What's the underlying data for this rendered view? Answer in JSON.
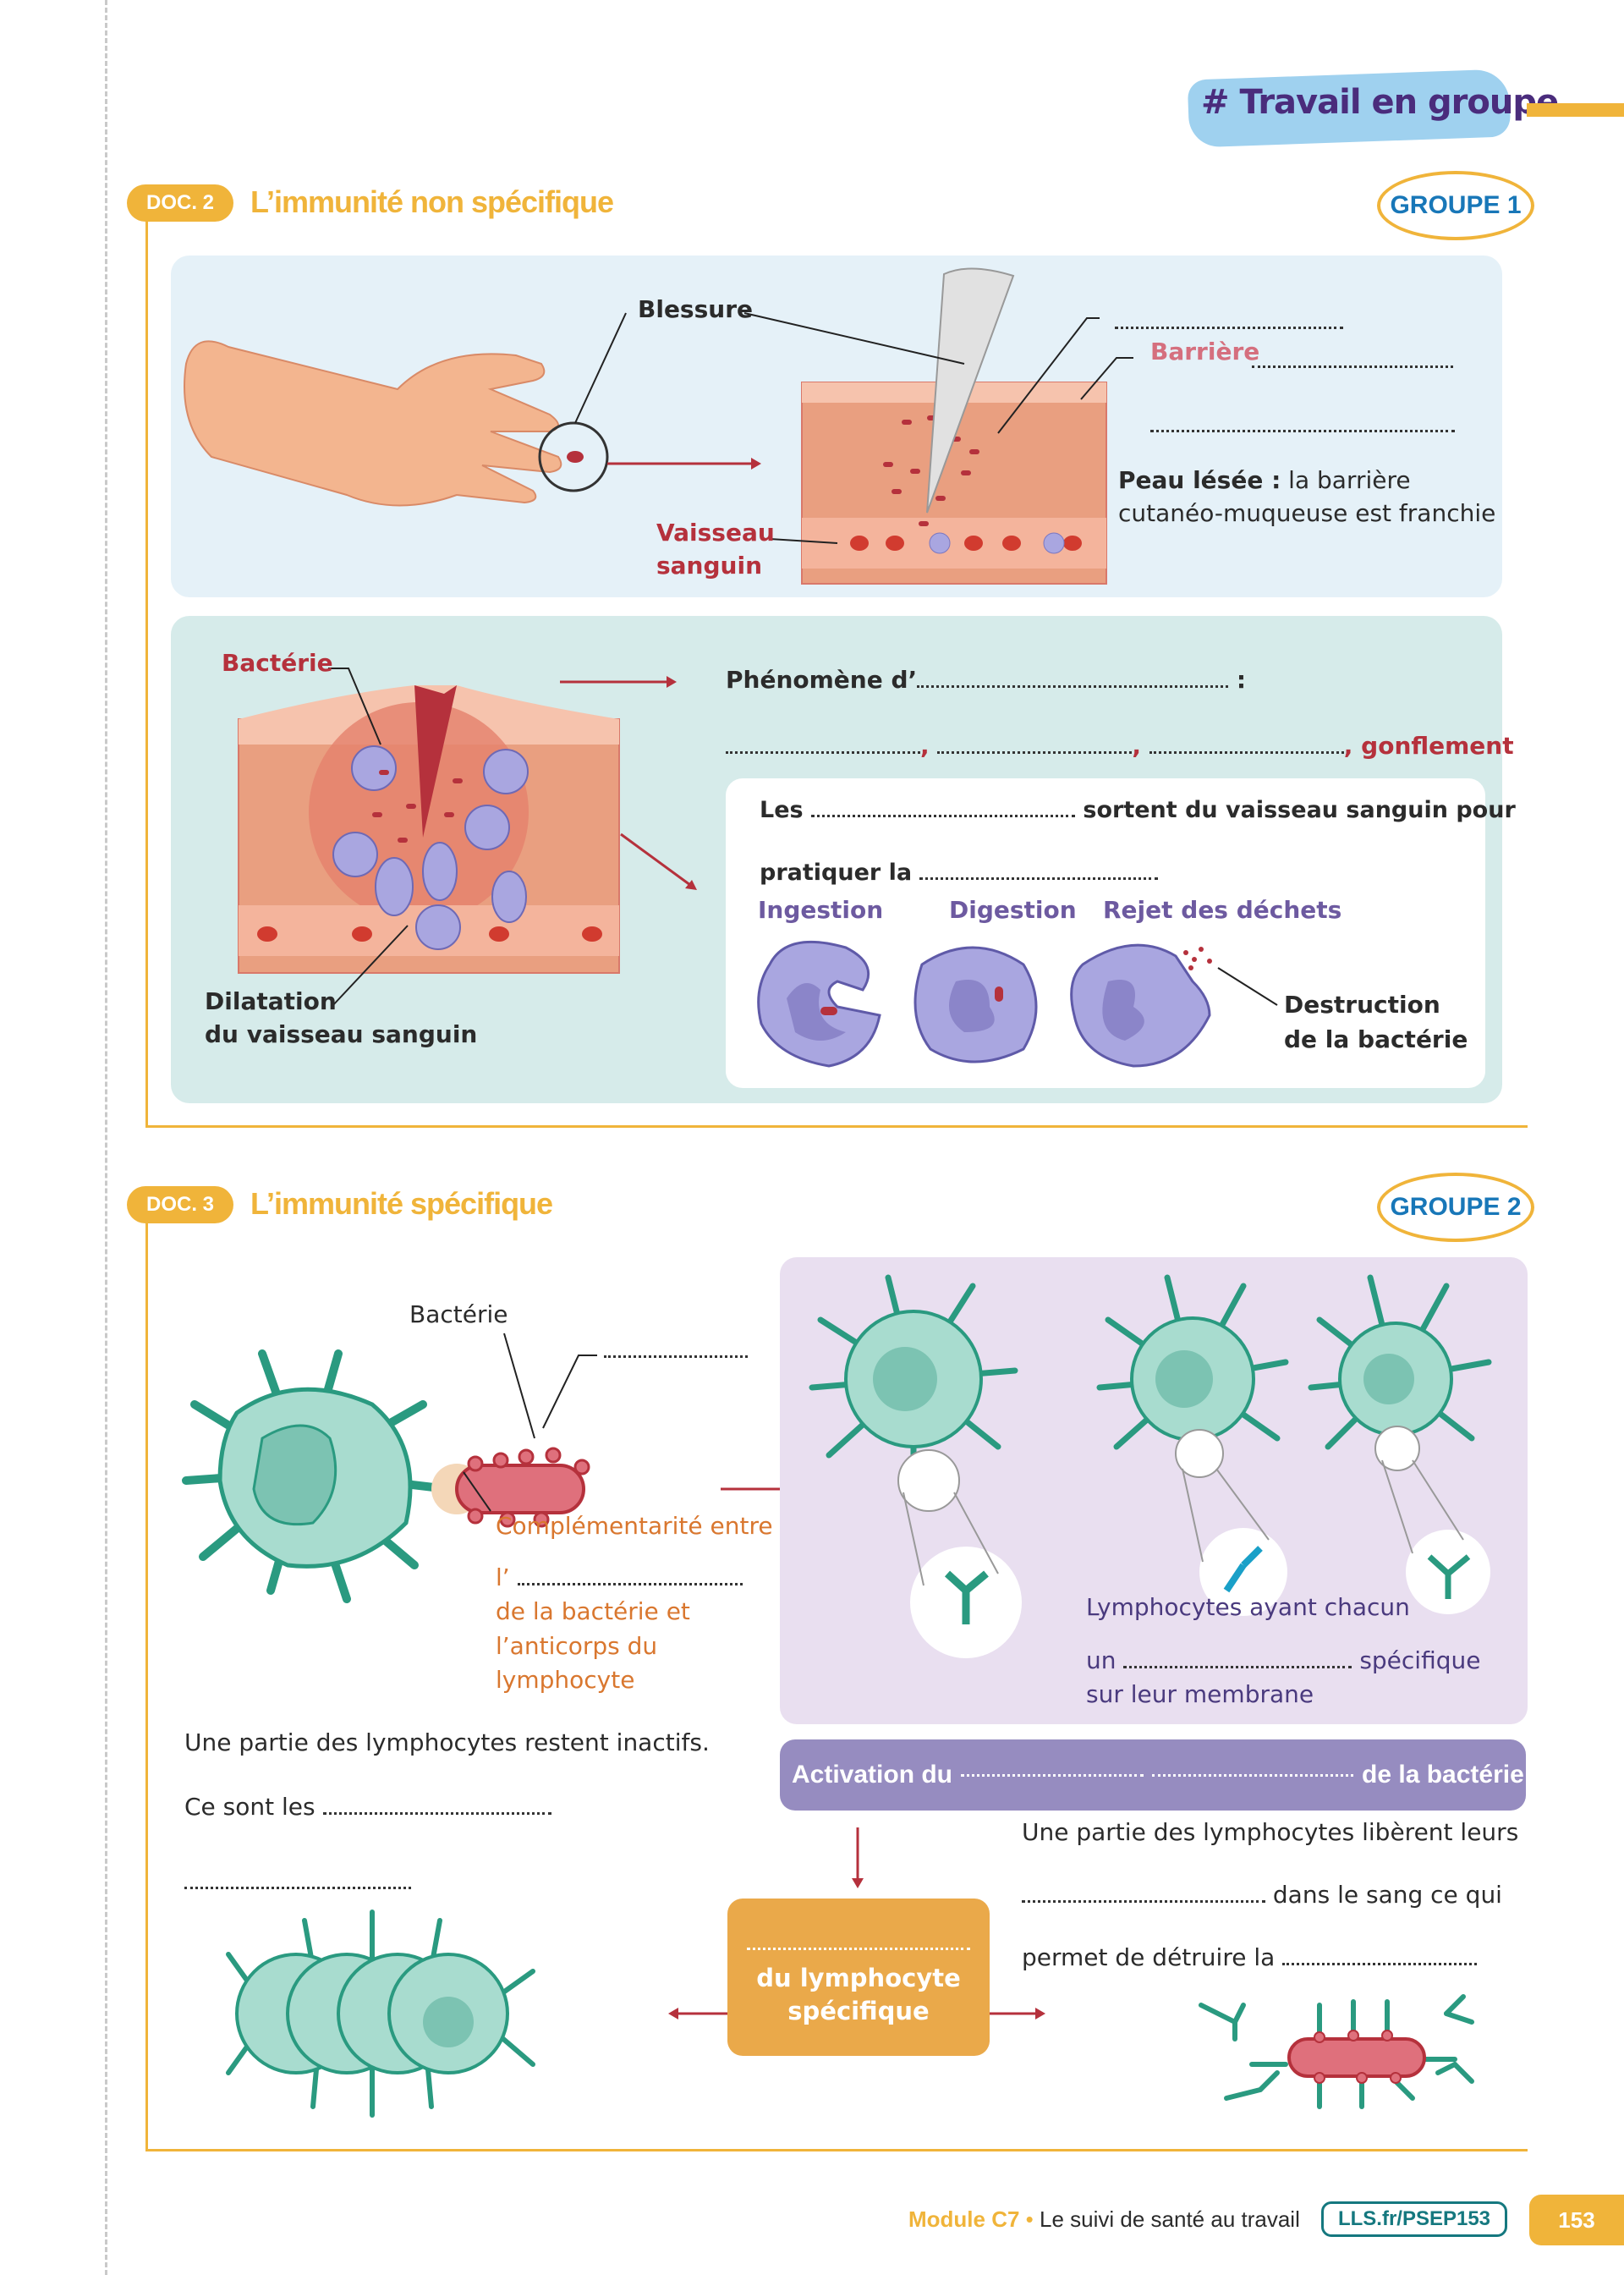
{
  "header": {
    "tag": "# Travail en groupe",
    "accent_color": "#f0b43a"
  },
  "doc2": {
    "badge": "DOC. 2",
    "title": "L’immunité non spécifique",
    "groupe": "GROUPE 1",
    "panel1": {
      "blessure": "Blessure",
      "blank_top": "",
      "barriere": "Barrière",
      "vaisseau_line1": "Vaisseau",
      "vaisseau_line2": "sanguin",
      "peau_bold": "Peau lésée :",
      "peau_text1": " la barrière",
      "peau_text2": "cutanéo-muqueuse est franchie"
    },
    "panel2": {
      "bacterie": "Bactérie",
      "dilatation_line1": "Dilatation",
      "dilatation_line2": "du vaisseau sanguin",
      "phenomene": "Phénomène d’",
      "colon": ":",
      "comma": ",",
      "gonflement": ", gonflement",
      "les": "Les",
      "sortent": "sortent du vaisseau sanguin pour",
      "pratiquer": "pratiquer la",
      "steps": [
        "Ingestion",
        "Digestion",
        "Rejet des déchets"
      ],
      "destruction_line1": "Destruction",
      "destruction_line2": "de la bactérie"
    }
  },
  "doc3": {
    "badge": "DOC. 3",
    "title": "L’immunité spécifique",
    "groupe": "GROUPE 2",
    "bacterie": "Bactérie",
    "complementarite": "Complémentarité entre",
    "l_prefix": "l’",
    "de_la_bacterie": "de la bactérie et",
    "anticorps": "l’anticorps du",
    "lymphocyte": "lymphocyte",
    "lympho_ayant": "Lymphocytes ayant chacun",
    "un": "un",
    "specifique": "spécifique",
    "membrane": "sur leur membrane",
    "activation_prefix": "Activation du",
    "activation_suffix": "de la bactérie",
    "inactifs": "Une partie des lymphocytes restent inactifs.",
    "ce_sont": "Ce sont les",
    "liberent": "Une partie des lymphocytes libèrent leurs",
    "dans_sang": "dans le sang ce qui",
    "permet": "permet de détruire la",
    "orange_line1": "du lymphocyte",
    "orange_line2": "spécifique"
  },
  "footer": {
    "module": "Module C7",
    "bullet": " • ",
    "subject": "Le suivi de santé au travail",
    "link": "LLS.fr/PSEP153",
    "page": "153"
  }
}
